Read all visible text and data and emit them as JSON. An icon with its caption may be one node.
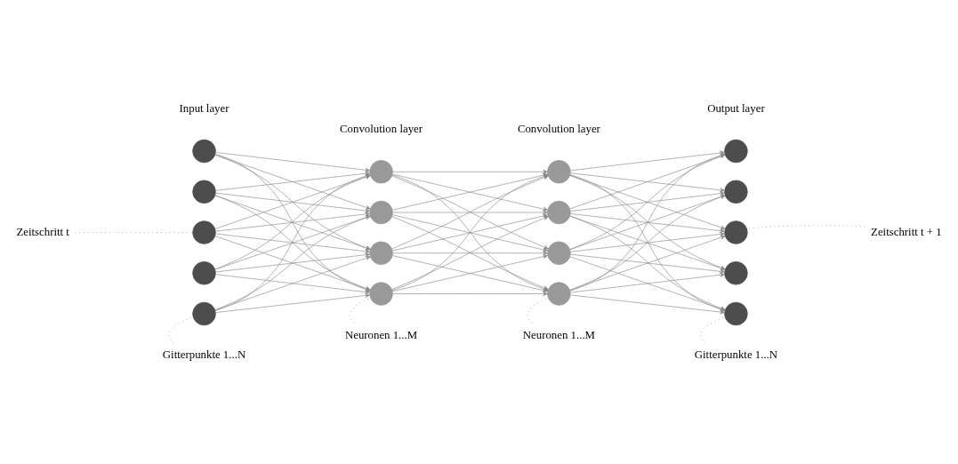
{
  "diagram": {
    "nodes": [
      {
        "text": [],
        "shape": "circle"
      },
      {
        "text": [],
        "shape": "circle"
      },
      {
        "text": [],
        "shape": "circle"
      },
      {
        "text": [],
        "shape": "circle"
      },
      {
        "text": [],
        "shape": "circle"
      },
      {
        "text": [],
        "shape": "circle"
      },
      {
        "text": [],
        "shape": "circle"
      },
      {
        "text": [],
        "shape": "circle"
      },
      {
        "text": [],
        "shape": "circle"
      },
      {
        "text": [],
        "shape": "circle"
      },
      {
        "text": [],
        "shape": "circle"
      },
      {
        "text": [],
        "shape": "circle"
      },
      {
        "text": [],
        "shape": "circle"
      },
      {
        "text": [],
        "shape": "circle"
      },
      {
        "text": [],
        "shape": "circle"
      },
      {
        "text": [],
        "shape": "circle"
      },
      {
        "text": [],
        "shape": "circle"
      },
      {
        "text": [],
        "shape": "circle"
      },
      {
        "text": [
          "Zeitschritt t"
        ]
      },
      {
        "text": [
          "Zeitschritt t + 1"
        ]
      },
      {
        "text": [
          "Gitterpunkte 1...N"
        ]
      },
      {
        "text": [
          "Neuronen 1...M"
        ]
      },
      {
        "text": [
          "Neuronen 1...M"
        ]
      },
      {
        "text": [
          "Gitterpunkte 1...N"
        ]
      }
    ],
    "edges": [
      {
        "from": 0,
        "to": 5,
        "arrow": "to"
      },
      {
        "from": 0,
        "to": 6,
        "arrow": "to"
      },
      {
        "from": 0,
        "to": 7,
        "arrow": "to"
      },
      {
        "from": 0,
        "to": 8,
        "arrow": "to"
      },
      {
        "from": 1,
        "to": 5,
        "arrow": "to"
      },
      {
        "from": 1,
        "to": 6,
        "arrow": "to"
      },
      {
        "from": 1,
        "to": 7,
        "arrow": "to"
      },
      {
        "from": 1,
        "to": 8,
        "arrow": "to"
      },
      {
        "from": 2,
        "to": 5,
        "arrow": "to"
      },
      {
        "from": 2,
        "to": 6,
        "arrow": "to"
      },
      {
        "from": 2,
        "to": 7,
        "arrow": "to"
      },
      {
        "from": 2,
        "to": 8,
        "arrow": "to"
      },
      {
        "from": 3,
        "to": 5,
        "arrow": "to"
      },
      {
        "from": 3,
        "to": 6,
        "arrow": "to"
      },
      {
        "from": 3,
        "to": 7,
        "arrow": "to"
      },
      {
        "from": 3,
        "to": 8,
        "arrow": "to"
      },
      {
        "from": 4,
        "to": 5,
        "arrow": "to"
      },
      {
        "from": 4,
        "to": 6,
        "arrow": "to"
      },
      {
        "from": 4,
        "to": 7,
        "arrow": "to"
      },
      {
        "from": 4,
        "to": 8,
        "arrow": "to"
      },
      {
        "from": 5,
        "to": 9,
        "arrow": "to"
      },
      {
        "from": 5,
        "to": 10,
        "arrow": "to"
      },
      {
        "from": 5,
        "to": 11,
        "arrow": "to"
      },
      {
        "from": 5,
        "to": 12,
        "arrow": "to"
      },
      {
        "from": 6,
        "to": 9,
        "arrow": "to"
      },
      {
        "from": 6,
        "to": 10,
        "arrow": "to"
      },
      {
        "from": 6,
        "to": 11,
        "arrow": "to"
      },
      {
        "from": 6,
        "to": 12,
        "arrow": "to"
      },
      {
        "from": 7,
        "to": 9,
        "arrow": "to"
      },
      {
        "from": 7,
        "to": 10,
        "arrow": "to"
      },
      {
        "from": 7,
        "to": 11,
        "arrow": "to"
      },
      {
        "from": 7,
        "to": 12,
        "arrow": "to"
      },
      {
        "from": 8,
        "to": 9,
        "arrow": "to"
      },
      {
        "from": 8,
        "to": 10,
        "arrow": "to"
      },
      {
        "from": 8,
        "to": 11,
        "arrow": "to"
      },
      {
        "from": 8,
        "to": 12,
        "arrow": "to"
      },
      {
        "from": 9,
        "to": 13,
        "arrow": "to"
      },
      {
        "from": 9,
        "to": 14,
        "arrow": "to"
      },
      {
        "from": 9,
        "to": 15,
        "arrow": "to"
      },
      {
        "from": 9,
        "to": 16,
        "arrow": "to"
      },
      {
        "from": 9,
        "to": 17,
        "arrow": "to"
      },
      {
        "from": 10,
        "to": 13,
        "arrow": "to"
      },
      {
        "from": 10,
        "to": 14,
        "arrow": "to"
      },
      {
        "from": 10,
        "to": 15,
        "arrow": "to"
      },
      {
        "from": 10,
        "to": 16,
        "arrow": "to"
      },
      {
        "from": 10,
        "to": 17,
        "arrow": "to"
      },
      {
        "from": 11,
        "to": 13,
        "arrow": "to"
      },
      {
        "from": 11,
        "to": 14,
        "arrow": "to"
      },
      {
        "from": 11,
        "to": 15,
        "arrow": "to"
      },
      {
        "from": 11,
        "to": 16,
        "arrow": "to"
      },
      {
        "from": 11,
        "to": 17,
        "arrow": "to"
      },
      {
        "from": 12,
        "to": 13,
        "arrow": "to"
      },
      {
        "from": 12,
        "to": 14,
        "arrow": "to"
      },
      {
        "from": 12,
        "to": 15,
        "arrow": "to"
      },
      {
        "from": 12,
        "to": 16,
        "arrow": "to"
      },
      {
        "from": 12,
        "to": 17,
        "arrow": "to"
      },
      {
        "from": 18,
        "to": 2,
        "arrow": "none",
        "style": "dashed"
      },
      {
        "from": 19,
        "to": 15,
        "arrow": "none",
        "style": "dashed"
      },
      {
        "from": 20,
        "to": 4,
        "arrow": "none",
        "style": "dashed"
      },
      {
        "from": 21,
        "to": 8,
        "arrow": "none",
        "style": "dashed"
      },
      {
        "from": 22,
        "to": 12,
        "arrow": "none",
        "style": "dashed"
      },
      {
        "from": 23,
        "to": 17,
        "arrow": "none",
        "style": "dashed"
      }
    ],
    "labels": [
      "Input layer",
      "Convolution layer",
      "Convolution layer",
      "Output layer"
    ]
  }
}
